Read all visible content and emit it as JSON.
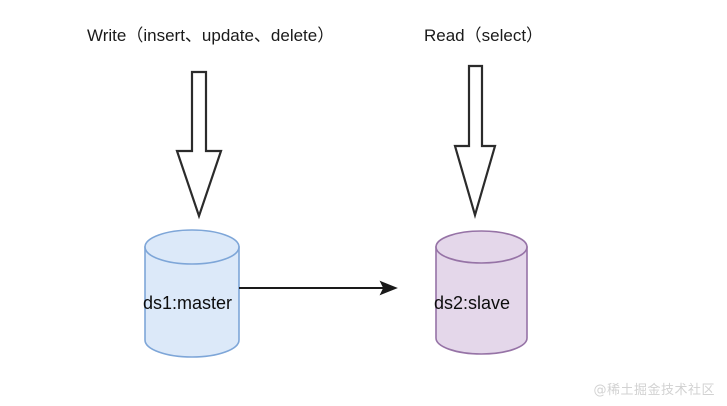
{
  "diagram": {
    "title_text_left": "Write（insert、update、delete）",
    "title_text_right": "Read（select）",
    "background_color": "#ffffff",
    "nodes": [
      {
        "id": "ds1",
        "label": "ds1:master",
        "shape": "cylinder",
        "fill_color": "#dce9f9",
        "stroke_color": "#7ea6d8"
      },
      {
        "id": "ds2",
        "label": "ds2:slave",
        "shape": "cylinder",
        "fill_color": "#e4d7ea",
        "stroke_color": "#9673a6"
      }
    ],
    "arrows": [
      {
        "id": "write-arrow",
        "style": "block-arrow-down",
        "fill_color": "#ffffff",
        "stroke_color": "#2b2b2b",
        "target": "ds1"
      },
      {
        "id": "read-arrow",
        "style": "block-arrow-down",
        "fill_color": "#ffffff",
        "stroke_color": "#2b2b2b",
        "target": "ds2"
      },
      {
        "id": "replication-arrow",
        "style": "line-arrow-right",
        "stroke_color": "#1a1a1a",
        "source": "ds1",
        "target": "ds2"
      }
    ]
  },
  "watermark": {
    "text": "@稀土掘金技术社区",
    "color": "#d2d2d2"
  }
}
